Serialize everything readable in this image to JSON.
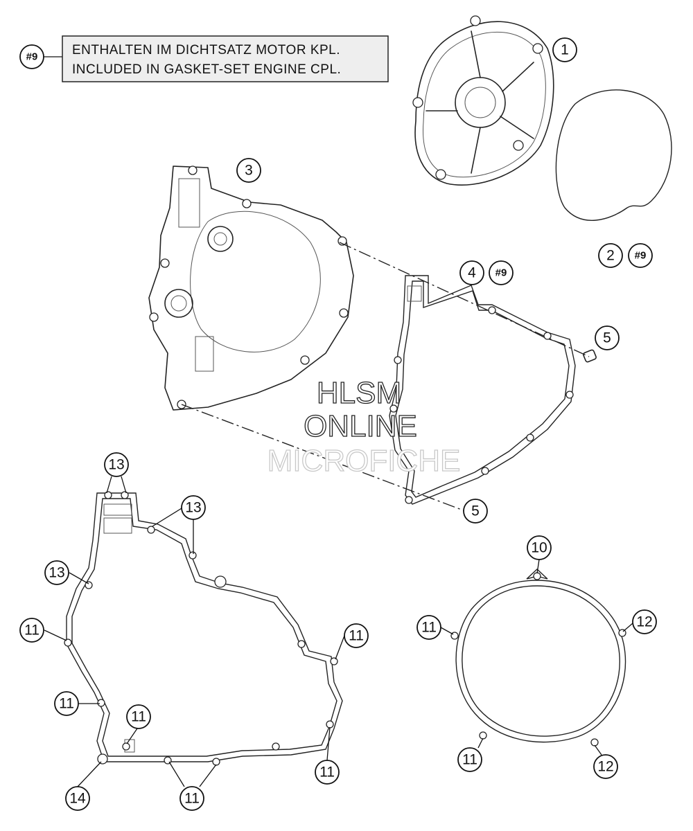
{
  "note": {
    "tag": "#9",
    "line1": "ENTHALTEN IM DICHTSATZ MOTOR KPL.",
    "line2": "INCLUDED IN GASKET-SET ENGINE CPL."
  },
  "watermark": {
    "line1": "HLSM",
    "line2": "ONLINE",
    "line3": "MICROFICHE"
  },
  "callouts": {
    "c1": "1",
    "c2": "2",
    "c2_tag": "#9",
    "c3": "3",
    "c4": "4",
    "c4_tag": "#9",
    "c5a": "5",
    "c5b": "5",
    "c10": "10",
    "c11": "11",
    "c12": "12",
    "c13": "13",
    "c14": "14"
  }
}
